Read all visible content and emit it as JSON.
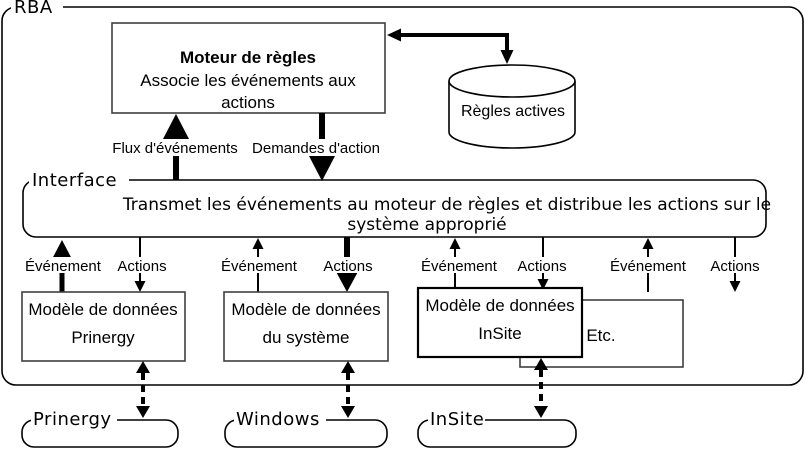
{
  "diagram": {
    "frame_label": "RBA",
    "rule_engine": {
      "title": "Moteur de règles",
      "desc_line1": "Associe les événements aux",
      "desc_line2": "actions"
    },
    "rules_store": {
      "label": "Règles actives"
    },
    "event_flow_label": "Flux d'événements",
    "action_requests_label": "Demandes d'action",
    "interface": {
      "label": "Interface",
      "desc_line1": "Transmet les événements au moteur de règles et distribue les actions sur le",
      "desc_line2": "système approprié"
    },
    "channels": [
      {
        "event_label": "Événement",
        "actions_label": "Actions"
      },
      {
        "event_label": "Événement",
        "actions_label": "Actions"
      },
      {
        "event_label": "Événement",
        "actions_label": "Actions"
      },
      {
        "event_label": "Événement",
        "actions_label": "Actions"
      }
    ],
    "data_models": [
      {
        "line1": "Modèle de données",
        "line2": "Prinergy"
      },
      {
        "line1": "Modèle de données",
        "line2": "du système"
      },
      {
        "line1": "Modèle de données",
        "line2": "InSite"
      }
    ],
    "etc_label": "Etc.",
    "systems": [
      "Prinergy",
      "Windows",
      "InSite"
    ]
  },
  "colors": {
    "line": "#000000",
    "box_border": "#3f3f3f",
    "background": "#ffffff"
  }
}
